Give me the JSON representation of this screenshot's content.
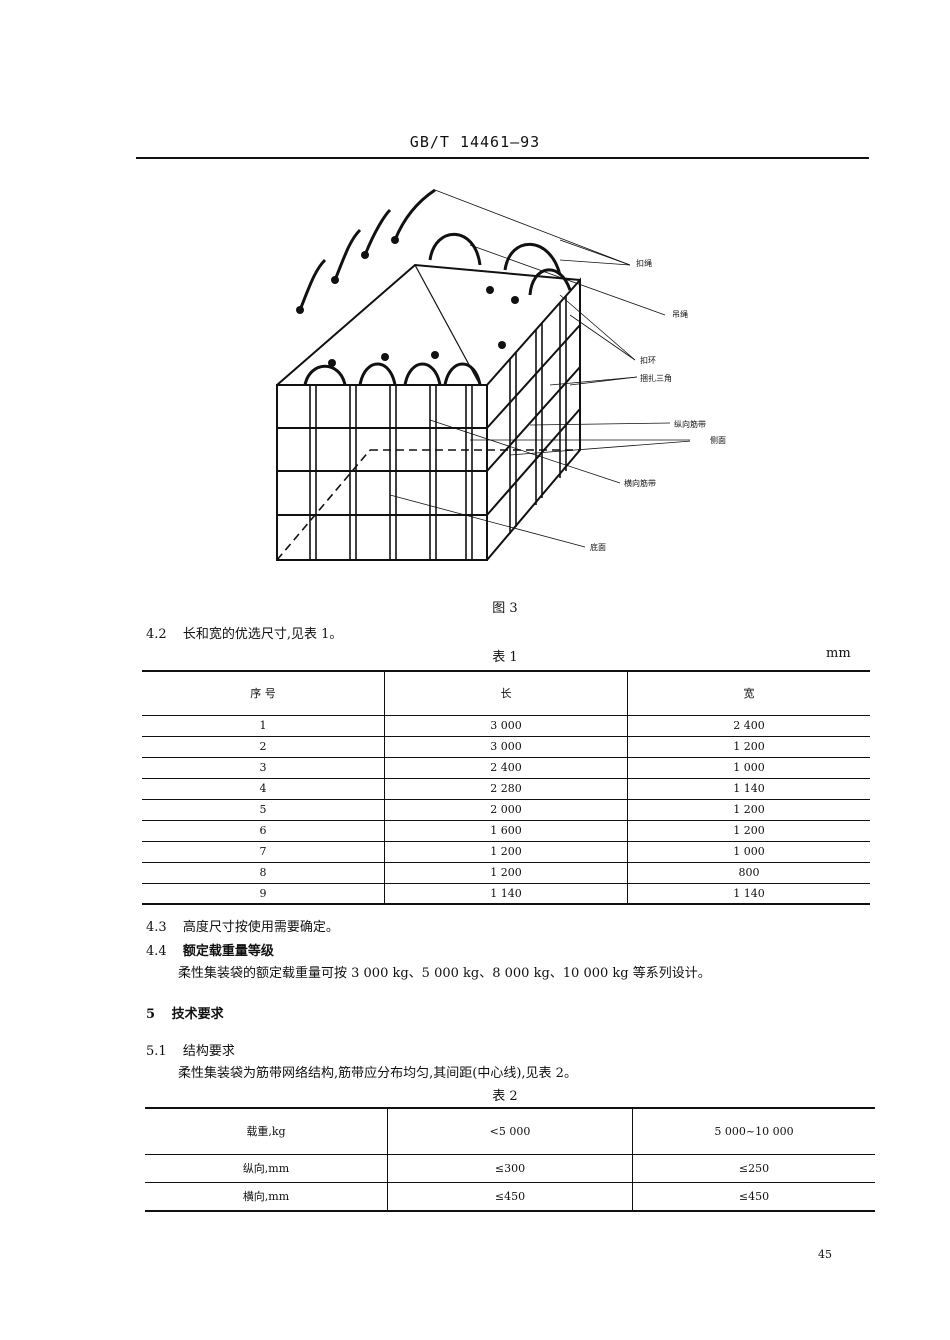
{
  "header": {
    "code": "GB/T 14461—93"
  },
  "figure": {
    "caption": "图 3",
    "labels": {
      "koushen": "扣绳",
      "diaosheng": "吊绳",
      "kouhuan": "扣环",
      "kunzha": "捆扎三角",
      "zongxiang": "纵向筋带",
      "cemian": "侧面",
      "hengxiang": "横向筋带",
      "dimian": "底面"
    }
  },
  "s4_2": {
    "num": "4.2",
    "text": "长和宽的优选尺寸,见表 1。"
  },
  "table1": {
    "title": "表 1",
    "unit": "mm",
    "headers": [
      "序 号",
      "长",
      "宽"
    ],
    "rows": [
      [
        "1",
        "3 000",
        "2 400"
      ],
      [
        "2",
        "3 000",
        "1 200"
      ],
      [
        "3",
        "2 400",
        "1 000"
      ],
      [
        "4",
        "2 280",
        "1 140"
      ],
      [
        "5",
        "2 000",
        "1 200"
      ],
      [
        "6",
        "1 600",
        "1 200"
      ],
      [
        "7",
        "1 200",
        "1 000"
      ],
      [
        "8",
        "1 200",
        "800"
      ],
      [
        "9",
        "1 140",
        "1 140"
      ]
    ]
  },
  "s4_3": {
    "num": "4.3",
    "text": "高度尺寸按使用需要确定。"
  },
  "s4_4": {
    "num": "4.4",
    "title": "额定载重量等级",
    "body": "柔性集装袋的额定载重量可按 3 000 kg、5 000 kg、8 000 kg、10 000 kg 等系列设计。"
  },
  "s5": {
    "num": "5",
    "title": "技术要求"
  },
  "s5_1": {
    "num": "5.1",
    "title": "结构要求",
    "body": "柔性集装袋为筋带网络结构,筋带应分布均匀,其间距(中心线),见表 2。"
  },
  "table2": {
    "title": "表 2",
    "header": [
      "载重,kg",
      "<5 000",
      "5 000~10 000"
    ],
    "rows": [
      [
        "纵向,mm",
        "≤300",
        "≤250"
      ],
      [
        "横向,mm",
        "≤450",
        "≤450"
      ]
    ]
  },
  "page_number": "45"
}
